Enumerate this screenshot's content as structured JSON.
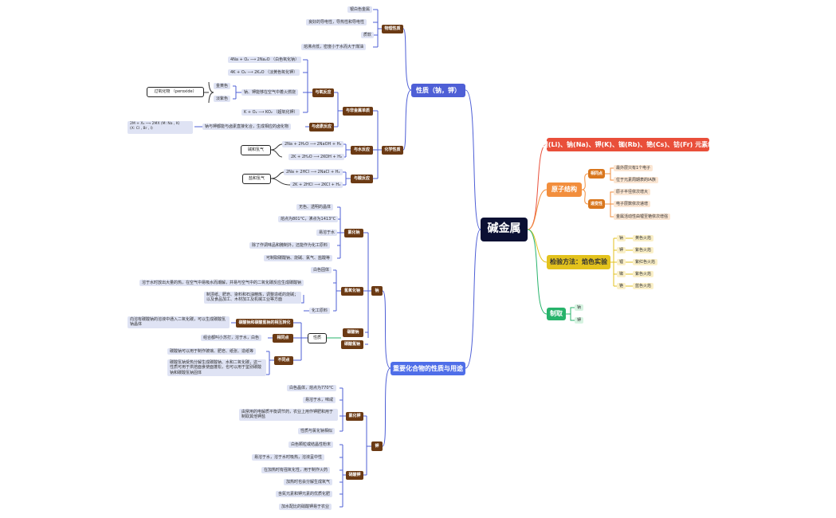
{
  "root": "碱金属",
  "left": {
    "properties": {
      "label": "性质（钠，钾）",
      "physical": {
        "label": "物理性质",
        "items": [
          "银白色金属",
          "良好的导电性，导热性和导电性",
          "质软",
          "熔沸点低，密度小于水而大于煤油"
        ]
      },
      "chemical": {
        "label": "化学性质",
        "nonmetal": {
          "label": "与非金属单质",
          "oxygen": {
            "label": "与氧反应",
            "items": [
              "4Na + O₂ ⟶ 2Na₂O （白色氧化钠）",
              "4K + O₂ ⟶ 2K₂O （淡黄色氧化钾）",
              "K + O₂ ⟶ KO₂ （超氧化钾）"
            ],
            "burn_label": "钠、钾能够在空气中着火燃烧",
            "colors": [
              "金黄色",
              "淡紫色"
            ],
            "peroxide": "过氧化物 （peroxide）"
          },
          "halogen": {
            "label": "与卤素反应",
            "text": "钠与钾都能与卤素直接化合，生成相应的卤化物",
            "formula": "2M + X₂ ⟶ 2MX (M: Na , K)\n(X: Cl , Br , I)"
          }
        },
        "water": {
          "label": "与水反应",
          "items": [
            "2Na + 2H₂O ⟶ 2NaOH + H₂",
            "2K + 2H₂O ⟶ 2KOH + H₂"
          ],
          "note": "碱和氢气"
        },
        "acid": {
          "label": "与酸反应",
          "items": [
            "2Na + 2HCl ⟶ 2NaCl + H₂",
            "2K + 2HCl ⟶ 2KCl + H₂"
          ],
          "note": "盐和氢气"
        }
      }
    },
    "compounds": {
      "label": "重要化合物的性质与用途",
      "sodium": {
        "label": "钠",
        "nacl": {
          "label": "氯化钠",
          "items": [
            "无色、透明的晶体",
            "熔点为801°C，沸点为1413°C",
            "易溶于水",
            "除了作调味品和腌制外，还能作为化工原料",
            "可制取碳酸钠、烧碱、氯气、盐酸等"
          ]
        },
        "naoh": {
          "label": "氢氧化钠",
          "items": [
            "白色固体",
            "溶于水时放出大量的热，在空气中易吸水而潮解，并易与空气中的二氧化碳反应生成碳酸钠"
          ],
          "industry_label": "化工原料",
          "industry": "制漂纸、肥皂、染料和石油精炼，调整造纸的烧碱；以及食品加工、木材加工及机械工业等方面"
        },
        "conversion": {
          "label": "碳酸钠和碳酸氢钠的相互转化",
          "note": "向溶有碳酸钠的溶液中通入二氧化碳，可以生成碳酸氢钠晶体"
        },
        "na2co3": "碳酸钠",
        "nahco3": "碳酸氢钠",
        "both": "性质",
        "same": {
          "label": "相同点",
          "text": "组合都叫小苏打，溶于水，白色"
        },
        "diff": {
          "label": "不同点",
          "items": [
            "碳酸钠可以用于制作玻璃、肥皂、纸张、造纸等",
            "碳酸氢钠受热分解生成碳酸钠、水和二氧化碳，这一性质可用于烘焙面食使面蓬松，也可以用于鉴别碳酸钠和碳酸氢钠固体"
          ]
        }
      },
      "potassium": {
        "label": "钾",
        "kcl": {
          "label": "氯化钾",
          "items": [
            "白色晶体，熔点为770°C",
            "易溶于水，味咸",
            "由常用的电解质平衡调节药，农业上用作钾肥和用于制取其他钾盐",
            "性质与氯化钠相似"
          ]
        },
        "kno3": {
          "label": "硝酸钾",
          "items": [
            "白色颗粒或结晶性粉末",
            "易溶于水，溶于水时吸热，溶液呈中性",
            "在加热时有强氧化性，用于制作火药",
            "加热时也会分解生成氧气",
            "含氮元素和钾元素的优质化肥",
            "加水配比的硝酸钾易于农业"
          ]
        }
      }
    }
  },
  "right": {
    "composition": "由锂(Li)、钠(Na)、钾(K)、铷(Rb)、铯(Cs)、钫(Fr) 元素组成",
    "atomic": {
      "label": "原子结构",
      "same_label": "相同点",
      "same": [
        "最外层只有1个电子",
        "位于元素周期表的IA族"
      ],
      "diff_label": "递变性",
      "diff": [
        "原子半径依次增大",
        "电子层数依次递增",
        "金属活动性由锂至铯依次增强"
      ]
    },
    "flame": {
      "label": "检验方法：焰色实验",
      "rows": [
        {
          "el": "钠",
          "c": "黄色火焰"
        },
        {
          "el": "钾",
          "c": "紫色火焰"
        },
        {
          "el": "锂",
          "c": "紫红色火焰"
        },
        {
          "el": "铷",
          "c": "紫色火焰"
        },
        {
          "el": "铯",
          "c": "蓝色火焰"
        }
      ]
    },
    "prep": {
      "label": "制取",
      "items": [
        "钠",
        "钾"
      ]
    }
  },
  "colors": {
    "root": "#0b1033",
    "blue": "#4e5fd6",
    "red": "#e94f3a",
    "orange": "#f28e3d",
    "yellow": "#e3c21d",
    "green": "#27b36b",
    "brown": "#6b3a14",
    "compound": "#4f6ee8"
  }
}
